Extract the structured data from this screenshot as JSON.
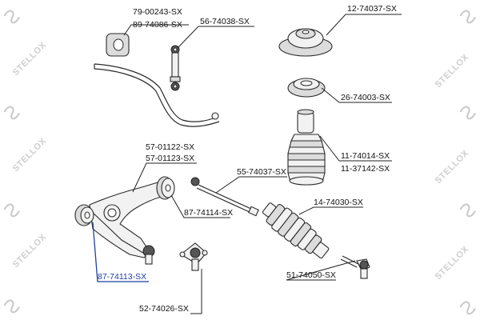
{
  "watermark": {
    "text": "STELLOX"
  },
  "parts": {
    "stab_bushing_a": "79-00243-SX",
    "stab_bushing_b": "89-74086-SX",
    "stab_link": "56-74038-SX",
    "strut_mount": "12-74037-SX",
    "strut_bearing": "26-74003-SX",
    "bump_stop_a": "11-74014-SX",
    "bump_stop_b": "11-37142-SX",
    "arm_a": "57-01122-SX",
    "arm_b": "57-01123-SX",
    "tie_rod_axial": "55-74037-SX",
    "arm_bushing_rear": "87-74114-SX",
    "arm_bushing_front": "87-74113-SX",
    "steering_boot": "14-74030-SX",
    "tie_rod_end": "51-74050-SX",
    "ball_joint": "52-74026-SX"
  },
  "colors": {
    "highlight": "#1f3f9e",
    "line": "#222222",
    "watermark": "#cfcfcf"
  }
}
